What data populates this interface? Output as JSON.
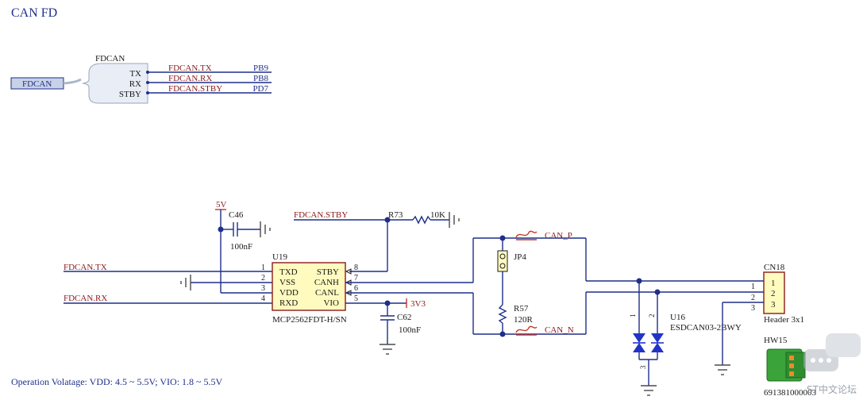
{
  "title": "CAN FD",
  "note": "Operation Volatage: VDD: 4.5 ~ 5.5V; VIO: 1.8 ~ 5.5V",
  "watermark": "ST中文论坛",
  "sheet_port": {
    "label": "FDCAN",
    "bus_name": "FDCAN",
    "pins": [
      {
        "name": "TX",
        "net": "FDCAN.TX",
        "port": "PB9"
      },
      {
        "name": "RX",
        "net": "FDCAN.RX",
        "port": "PB8"
      },
      {
        "name": "STBY",
        "net": "FDCAN.STBY",
        "port": "PD7"
      }
    ]
  },
  "power": {
    "v5": "5V",
    "v3": "3V3"
  },
  "c46": {
    "ref": "C46",
    "value": "100nF"
  },
  "c62": {
    "ref": "C62",
    "value": "100nF"
  },
  "r73": {
    "ref": "R73",
    "value": "10K"
  },
  "r57": {
    "ref": "R57",
    "value": "120R"
  },
  "jp4": {
    "ref": "JP4"
  },
  "u19": {
    "ref": "U19",
    "part": "MCP2562FDT-H/SN",
    "left_pins": [
      {
        "num": "1",
        "name": "TXD"
      },
      {
        "num": "2",
        "name": "VSS"
      },
      {
        "num": "3",
        "name": "VDD"
      },
      {
        "num": "4",
        "name": "RXD"
      }
    ],
    "right_pins": [
      {
        "num": "8",
        "name": "STBY"
      },
      {
        "num": "7",
        "name": "CANH"
      },
      {
        "num": "6",
        "name": "CANL"
      },
      {
        "num": "5",
        "name": "VIO"
      }
    ]
  },
  "nets": {
    "tx": "FDCAN.TX",
    "rx": "FDCAN.RX",
    "stby": "FDCAN.STBY",
    "canp": "CAN_P",
    "cann": "CAN_N"
  },
  "u16": {
    "ref": "U16",
    "part": "ESDCAN03-2BWY",
    "pin1": "1",
    "pin2": "2",
    "pin3": "3"
  },
  "cn18": {
    "ref": "CN18",
    "part": "Header 3x1",
    "pins": [
      "1",
      "2",
      "3"
    ],
    "ext": [
      "1",
      "2",
      "3"
    ]
  },
  "hw15": {
    "ref": "HW15",
    "part": "691381000003"
  }
}
